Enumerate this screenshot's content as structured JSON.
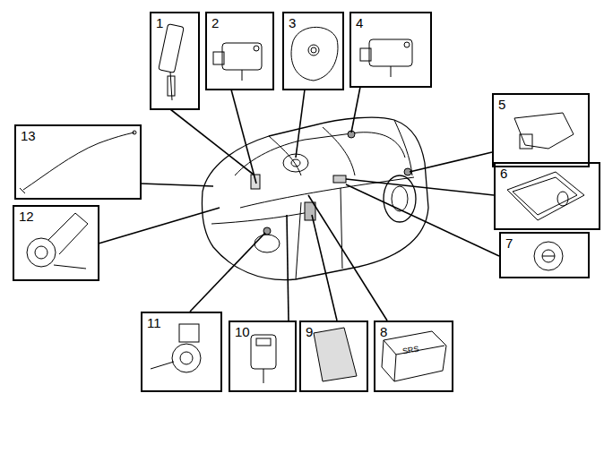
{
  "diagram": {
    "nodes": [
      {
        "text": [
          "1"
        ]
      },
      {
        "text": [
          "2"
        ]
      },
      {
        "text": [
          "3"
        ]
      },
      {
        "text": [
          "4"
        ]
      },
      {
        "text": [
          "5"
        ]
      },
      {
        "text": [
          "6"
        ]
      },
      {
        "text": [
          "7"
        ]
      },
      {
        "text": [
          "8"
        ]
      },
      {
        "text": [
          "9"
        ]
      },
      {
        "text": [
          "10"
        ]
      },
      {
        "text": [
          "11"
        ]
      },
      {
        "text": [
          "12"
        ]
      },
      {
        "text": [
          "13"
        ]
      }
    ],
    "labels": [
      "SRS"
    ]
  }
}
